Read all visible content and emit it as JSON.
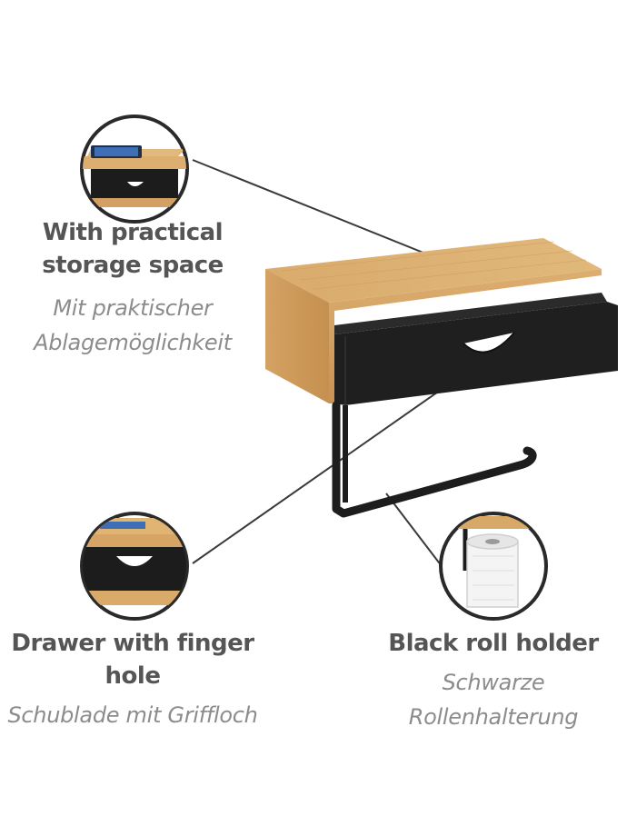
{
  "features": [
    {
      "title_en": "With practical storage space",
      "title_de": "Mit praktischer Ablagemöglichkeit"
    },
    {
      "title_en": "Drawer with finger hole",
      "title_de": "Schublade mit Griffloch"
    },
    {
      "title_en": "Black roll holder",
      "title_de": "Schwarze Rollenhalterung"
    }
  ],
  "colors": {
    "bamboo": "#d7a867",
    "bamboo_dark": "#b98546",
    "drawer_black": "#1f1f1f",
    "text_en": "#555555",
    "text_de": "#8c8c8c",
    "callout_line": "#3a3a3a"
  },
  "icons": [
    "smartphone-icon",
    "toilet-paper-roll-icon"
  ]
}
